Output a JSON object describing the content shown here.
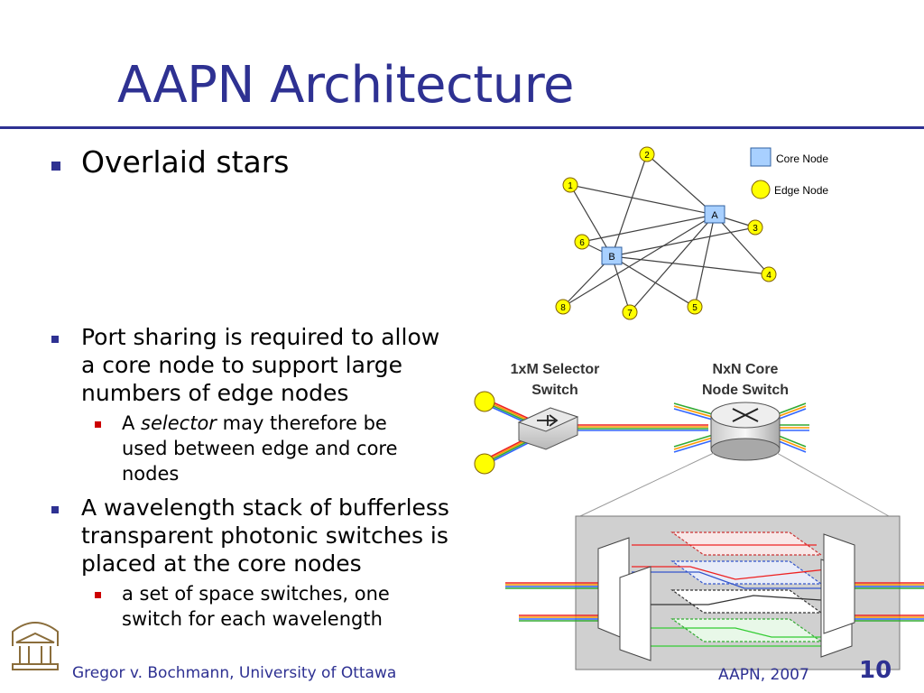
{
  "slide": {
    "title": "AAPN Architecture",
    "main_bullet": "Overlaid stars",
    "bullets": [
      {
        "lines": [
          "Port sharing is required to allow",
          "a core node to support large",
          "numbers of edge nodes"
        ],
        "sub": {
          "prefix": "A ",
          "emphasis": "selector",
          "lines": [
            " may therefore be",
            "used between edge and core",
            "nodes"
          ]
        }
      },
      {
        "lines": [
          "A wavelength stack of bufferless",
          "transparent photonic switches is",
          "placed at the core nodes"
        ],
        "sub": {
          "lines": [
            "a set of space switches, one",
            "switch for each wavelength"
          ]
        }
      }
    ],
    "footer_left": "Gregor v. Bochmann, University of Ottawa",
    "footer_right": "AAPN, 2007",
    "page_number": "10"
  },
  "star_diagram": {
    "legend": {
      "core": "Core Node",
      "edge": "Edge Node"
    },
    "core_nodes": [
      "A",
      "B"
    ],
    "edge_nodes": [
      "1",
      "2",
      "3",
      "4",
      "5",
      "6",
      "7",
      "8"
    ]
  },
  "switch_diagram": {
    "selector_label": [
      "1xM Selector",
      "Switch"
    ],
    "core_label": [
      "NxN Core",
      "Node Switch"
    ]
  },
  "colors": {
    "accent": "#2e3192",
    "sub_bullet": "#cc0000",
    "core_fill": "#a8d0ff",
    "edge_fill": "#ffff00"
  },
  "icons": [
    "university-building-logo",
    "selector-switch-icon",
    "core-switch-icon"
  ]
}
